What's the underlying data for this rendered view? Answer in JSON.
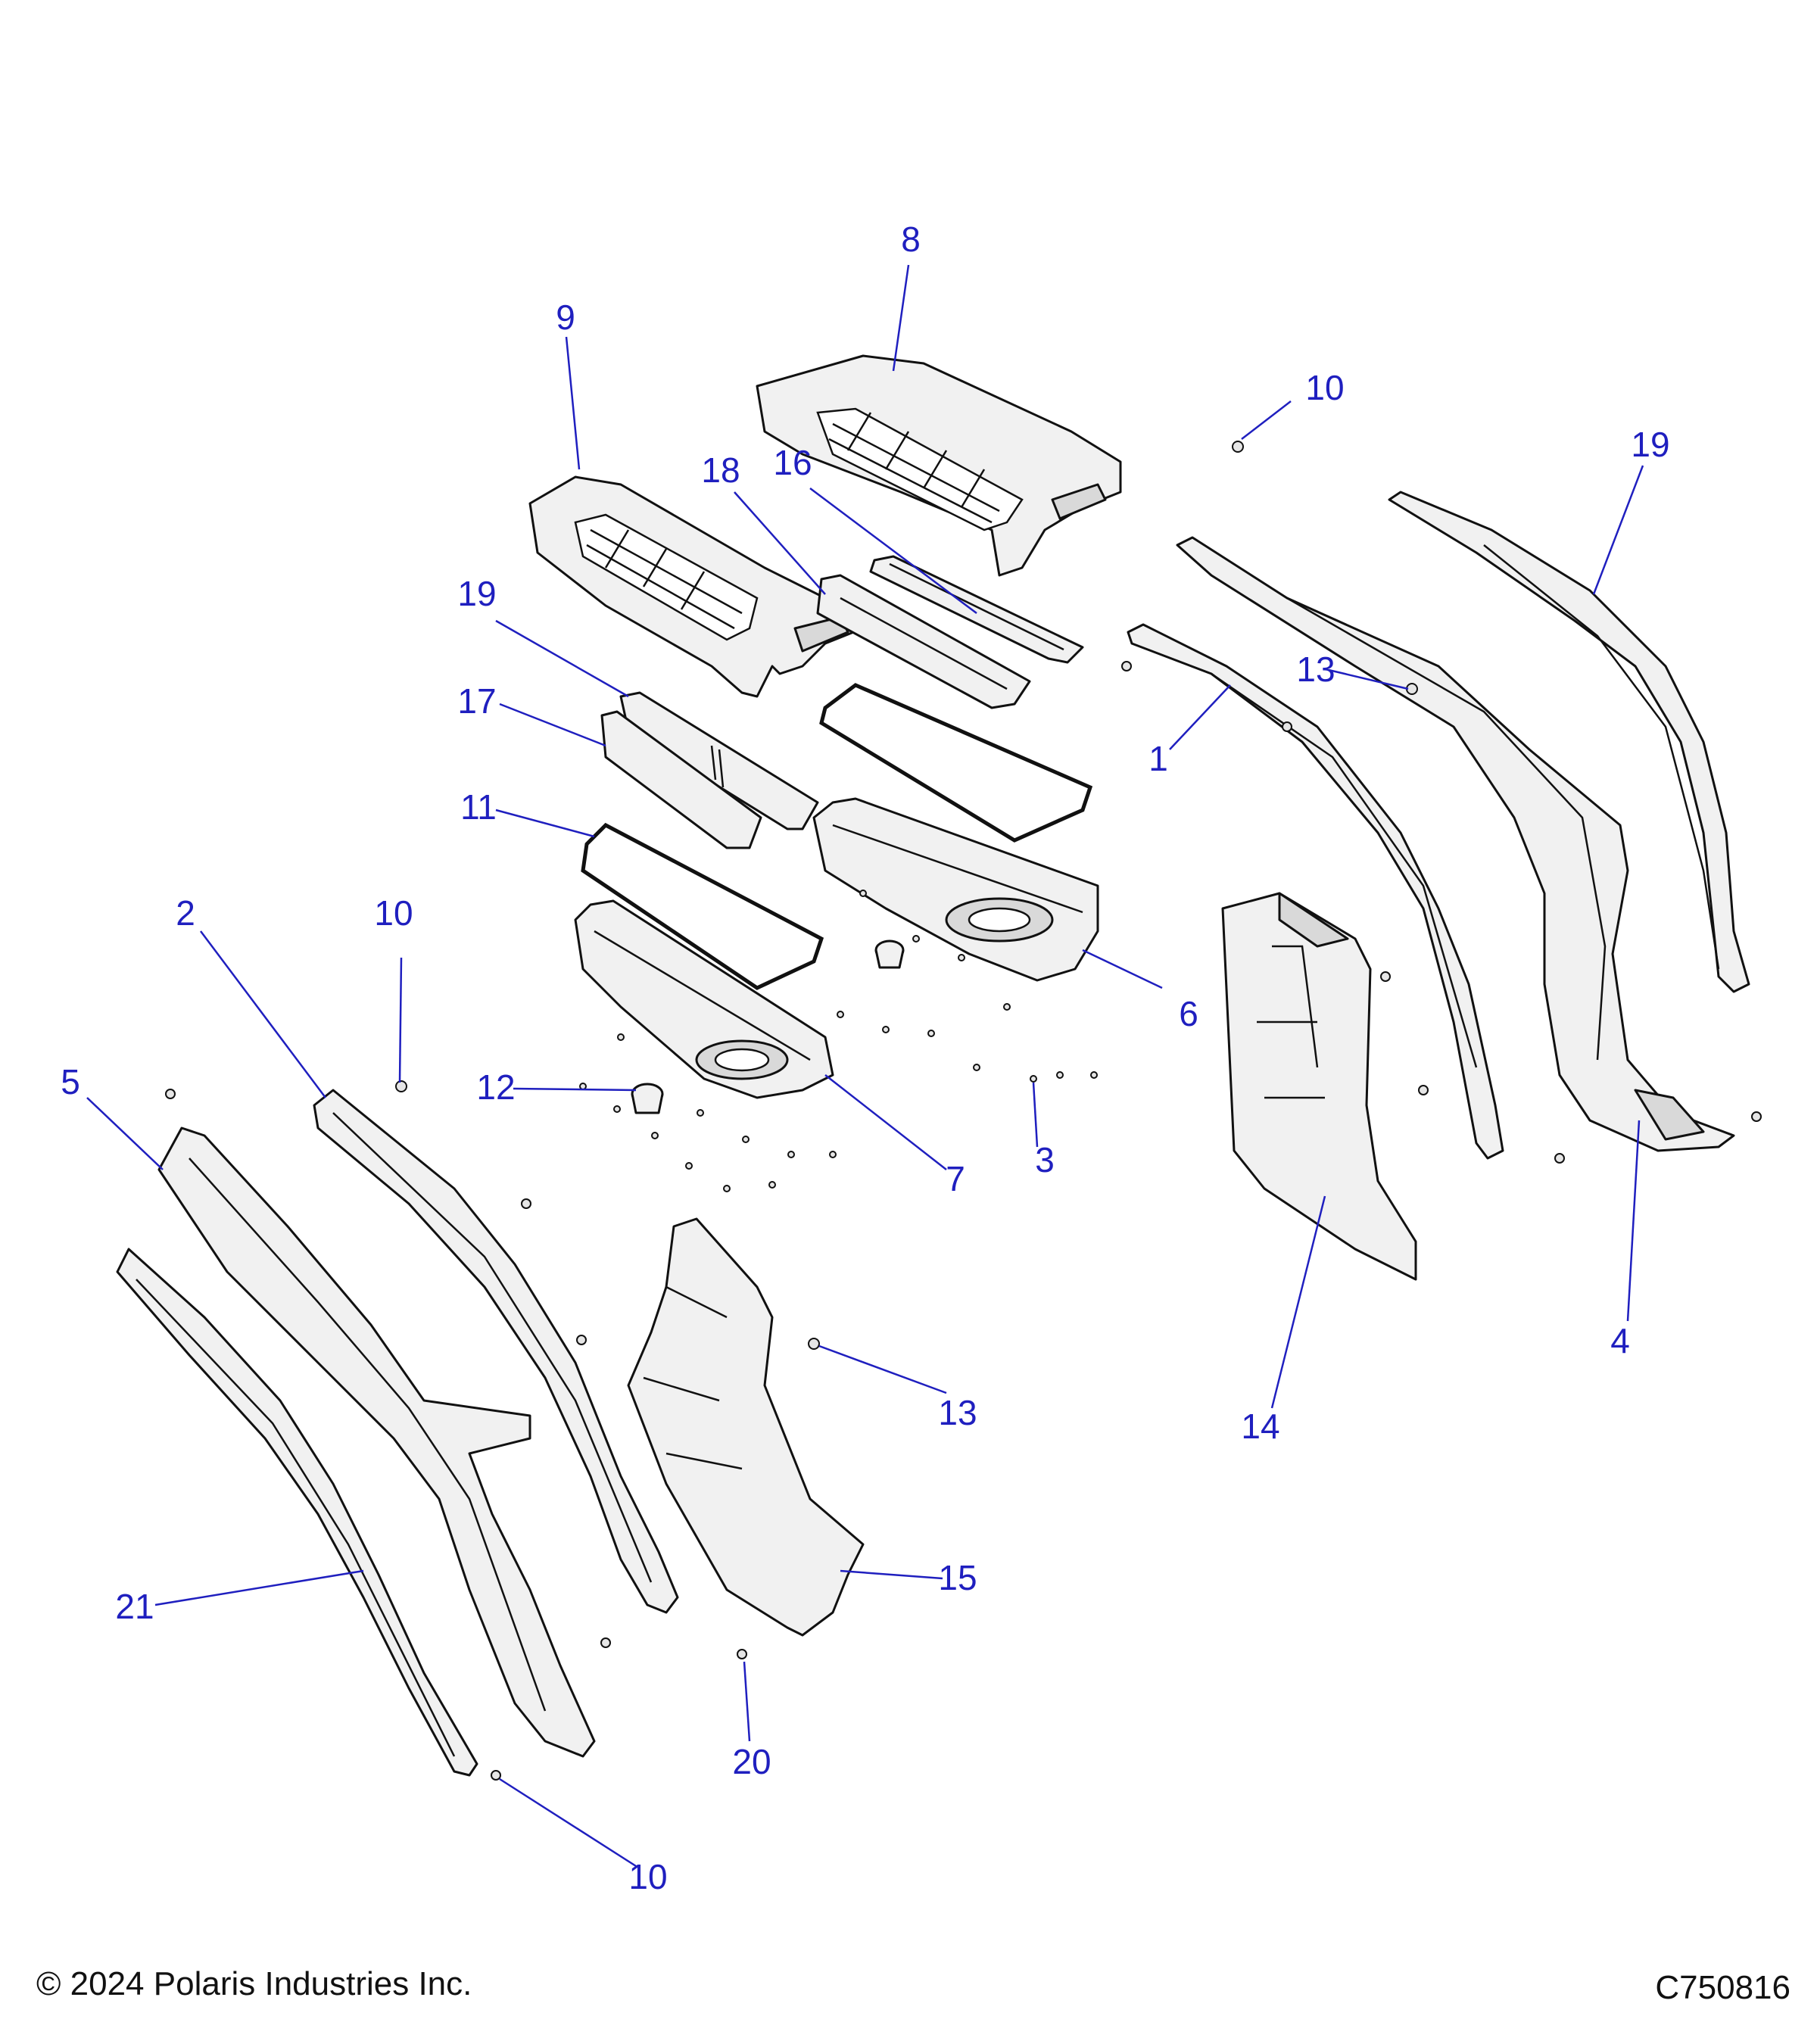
{
  "callouts": {
    "c1": "1",
    "c2": "2",
    "c3": "3",
    "c4": "4",
    "c5": "5",
    "c6": "6",
    "c7": "7",
    "c8": "8",
    "c9": "9",
    "c10a": "10",
    "c10b": "10",
    "c10c": "10",
    "c11": "11",
    "c12": "12",
    "c13a": "13",
    "c13b": "13",
    "c14": "14",
    "c15": "15",
    "c16": "16",
    "c17": "17",
    "c18": "18",
    "c19a": "19",
    "c19b": "19",
    "c20": "20",
    "c21": "21"
  },
  "footer": {
    "copyright": "© 2024 Polaris Industries Inc.",
    "drawing_id": "C750816"
  },
  "colors": {
    "callout": "#1f1fbf",
    "line": "#111111",
    "part_fill": "#f1f1f1"
  }
}
